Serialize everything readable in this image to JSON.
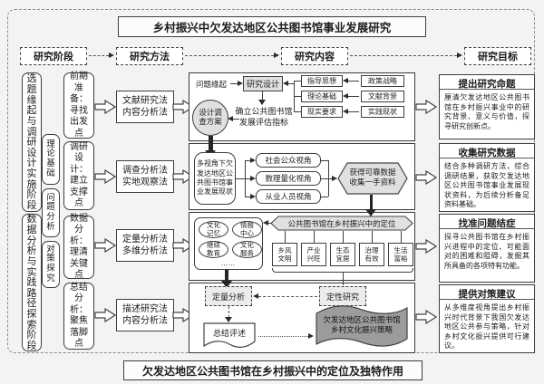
{
  "titles": {
    "top": "乡村振兴中欠发达地区公共图书馆事业发展研究",
    "bottom": "欠发达地区公共图书馆在乡村振兴中的定位及独特作用"
  },
  "header": {
    "items": [
      {
        "label": "研究阶段"
      },
      {
        "label": "研究方法"
      },
      {
        "label": "研究内容"
      },
      {
        "label": "研究目标"
      }
    ]
  },
  "stages": {
    "phase_bars": [
      "选题缘起与调研设计实施阶段",
      "数据分析与实践路径探索阶段"
    ],
    "aspect_boxes": [
      "理论基础",
      "问题分析",
      "对策探究"
    ],
    "step_boxes": [
      "前期准备：寻找出发点",
      "调研设计：建立支撑点",
      "数据分析：理清关键点",
      "总结分析：聚焦落脚点"
    ]
  },
  "methods": [
    "文献研究法\n内容分析法",
    "调查分析法\n实地观察法",
    "定量分析法\n多维分析法",
    "描述研究法\n内容分析法"
  ],
  "content": {
    "section1": {
      "origin": "问题缘起",
      "design": "研究设计",
      "factor_pairs": [
        {
          "inner": "指导思想",
          "outer": "政策战略"
        },
        {
          "inner": "理论基础",
          "outer": "文献背景"
        },
        {
          "inner": "现实要求",
          "outer": "实践现状"
        }
      ],
      "indicator": "确立公共图书馆发展评估指标",
      "plan_circle": "设计调查方案"
    },
    "section2": {
      "status": "多视角下欠发达地区公共图书馆事业发展现状",
      "perspectives": [
        "社会公众视角",
        "数理量化视角",
        "从业人员视角"
      ],
      "data_hexagon": "获得可靠数据\n收集一手资料"
    },
    "section3": {
      "functions": [
        "文化\n记忆",
        "情报\n中心",
        "继续\n教育",
        "文化\n服务"
      ],
      "ellipsis": "……",
      "position_banner": "公共图书馆在乡村振兴中的定位",
      "goals": [
        "乡风\n文明",
        "产业\n兴旺",
        "生态\n宜居",
        "治理\n有效",
        "生活\n富裕"
      ]
    },
    "section4": {
      "quantitative": "定量分析",
      "qualitative": "定性研究",
      "summary": "总结评述",
      "strategy_flag": "欠发达地区公共图书馆乡村文化振兴策略"
    }
  },
  "goals": [
    {
      "title": "提出研究命题",
      "body": "厘清欠发达地区公共图书馆在乡村振兴事业中的研究背景、意义与价值，探寻研究创新点。"
    },
    {
      "title": "收集研究数据",
      "body": "结合多种调研方法，综合调研结果，获取欠发达地区公共图书馆事业发展现状资料，为后续分析备足资料基础。"
    },
    {
      "title": "找准问题结症",
      "body": "探寻公共图书馆在乡村振兴进程中的定位、可能面对的困难和阻碍，发掘其所具备的各项特有功能。"
    },
    {
      "title": "提供对策建议",
      "body": "从多维度视角提出乡村振兴时代背景下我国欠发达地区公共参与策略，针对乡村文化振兴提供可行建议。"
    }
  ]
}
